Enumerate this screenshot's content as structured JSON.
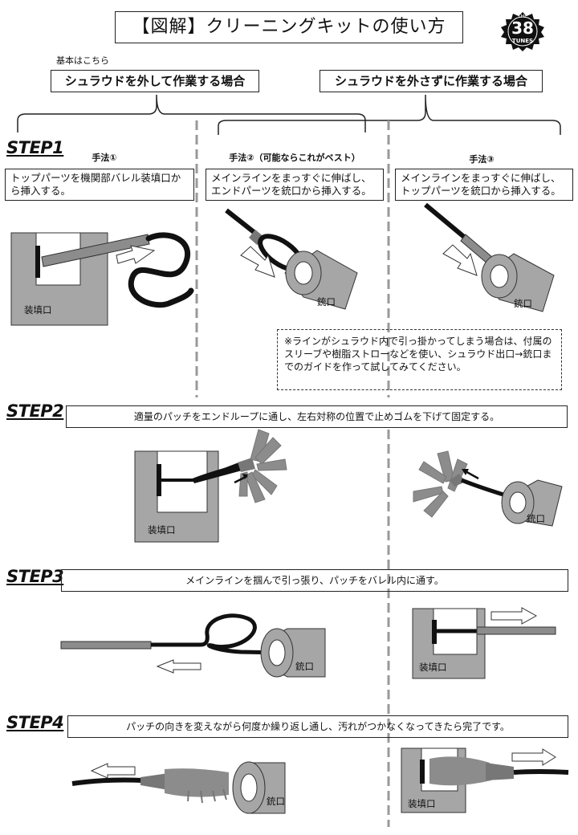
{
  "header": {
    "title": "【図解】クリーニングキットの使い方",
    "logo_text": "38",
    "logo_top": "THE",
    "logo_bottom": "TUNES",
    "basic_note": "基本はこちら"
  },
  "scenarios": {
    "remove": "シュラウドを外して作業する場合",
    "keep": "シュラウドを外さずに作業する場合"
  },
  "step1": {
    "label": "STEP1",
    "methods": [
      {
        "title": "手法①",
        "text": "トップパーツを機関部バレル装填口から挿入する。"
      },
      {
        "title": "手法②（可能ならこれがベスト）",
        "text": "メインラインをまっすぐに伸ばし、エンドパーツを銃口から挿入する。"
      },
      {
        "title": "手法③",
        "text": "メインラインをまっすぐに伸ばし、トップパーツを銃口から挿入する。"
      }
    ],
    "labels": {
      "load_port": "装填口",
      "muzzle": "銃口"
    },
    "note": "※ラインがシュラウド内で引っ掛かってしまう場合は、付属のスリーブや樹脂ストローなどを使い、シュラウド出口→銃口までのガイドを作って試してみてください。"
  },
  "step2": {
    "label": "STEP2",
    "text": "適量のパッチをエンドループに通し、左右対称の位置で止めゴムを下げて固定する。",
    "labels": {
      "load_port": "装填口",
      "muzzle": "銃口"
    }
  },
  "step3": {
    "label": "STEP3",
    "text": "メインラインを掴んで引っ張り、パッチをバレル内に通す。",
    "labels": {
      "load_port": "装填口",
      "muzzle": "銃口"
    }
  },
  "step4": {
    "label": "STEP4",
    "text": "パッチの向きを変えながら何度か繰り返し通し、汚れがつかなくなってきたら完了です。",
    "labels": {
      "load_port": "装填口",
      "muzzle": "銃口"
    }
  },
  "colors": {
    "gray": "#a6a6a6",
    "dark": "#111111",
    "rod": "#8c8c8c"
  }
}
